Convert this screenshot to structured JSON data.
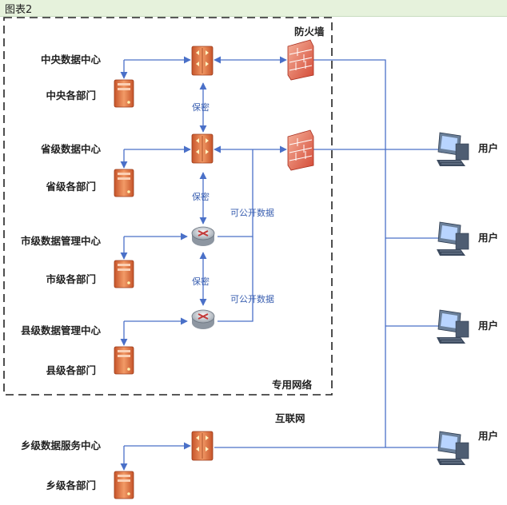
{
  "figure_label": "图表2",
  "labels": {
    "firewall": "防火墙",
    "private_network": "专用网络",
    "internet": "互联网",
    "secret_1": "保密",
    "secret_2": "保密",
    "secret_3": "保密",
    "public_data_1": "可公开数据",
    "public_data_2": "可公开数据"
  },
  "nodes": {
    "central_dc": "中央数据中心",
    "central_dept": "中央各部门",
    "province_dc": "省级数据中心",
    "province_dept": "省级各部门",
    "city_dc": "市级数据管理中心",
    "city_dept": "市级各部门",
    "county_dc": "县级数据管理中心",
    "county_dept": "县级各部门",
    "town_dc": "乡级数据服务中心",
    "town_dept": "乡级各部门"
  },
  "users": [
    "用户",
    "用户",
    "用户",
    "用户"
  ],
  "colors": {
    "line": "#4a70c8",
    "server": "#e07a45",
    "header_bg": "#e6f2dc"
  }
}
